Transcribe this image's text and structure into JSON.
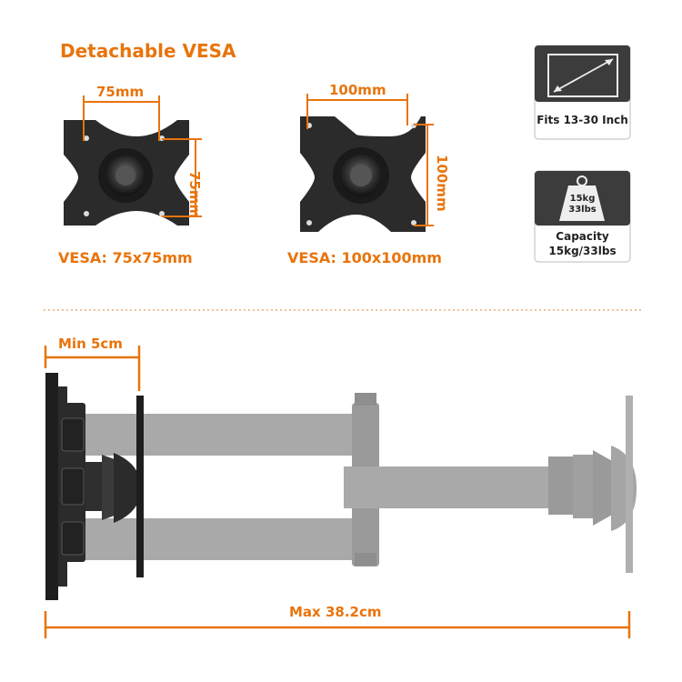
{
  "title": "Detachable VESA",
  "vesa_small": {
    "width_label": "75mm",
    "height_label": "75mm",
    "caption": "VESA: 75x75mm"
  },
  "vesa_large": {
    "width_label": "100mm",
    "height_label": "100mm",
    "caption": "VESA: 100x100mm"
  },
  "badges": {
    "screen_size": {
      "label": "Fits 13-30 Inch",
      "icon": "diagonal-screen-icon"
    },
    "capacity": {
      "label_line1": "Capacity",
      "label_line2": "15kg/33lbs",
      "weight_line1": "15kg",
      "weight_line2": "33lbs",
      "icon": "weight-icon"
    }
  },
  "arm": {
    "min_label": "Min 5cm",
    "max_label": "Max 38.2cm"
  },
  "colors": {
    "accent": "#e8740c",
    "dark": "#2b2b2b",
    "arm_gray": "#a9a9a9"
  }
}
